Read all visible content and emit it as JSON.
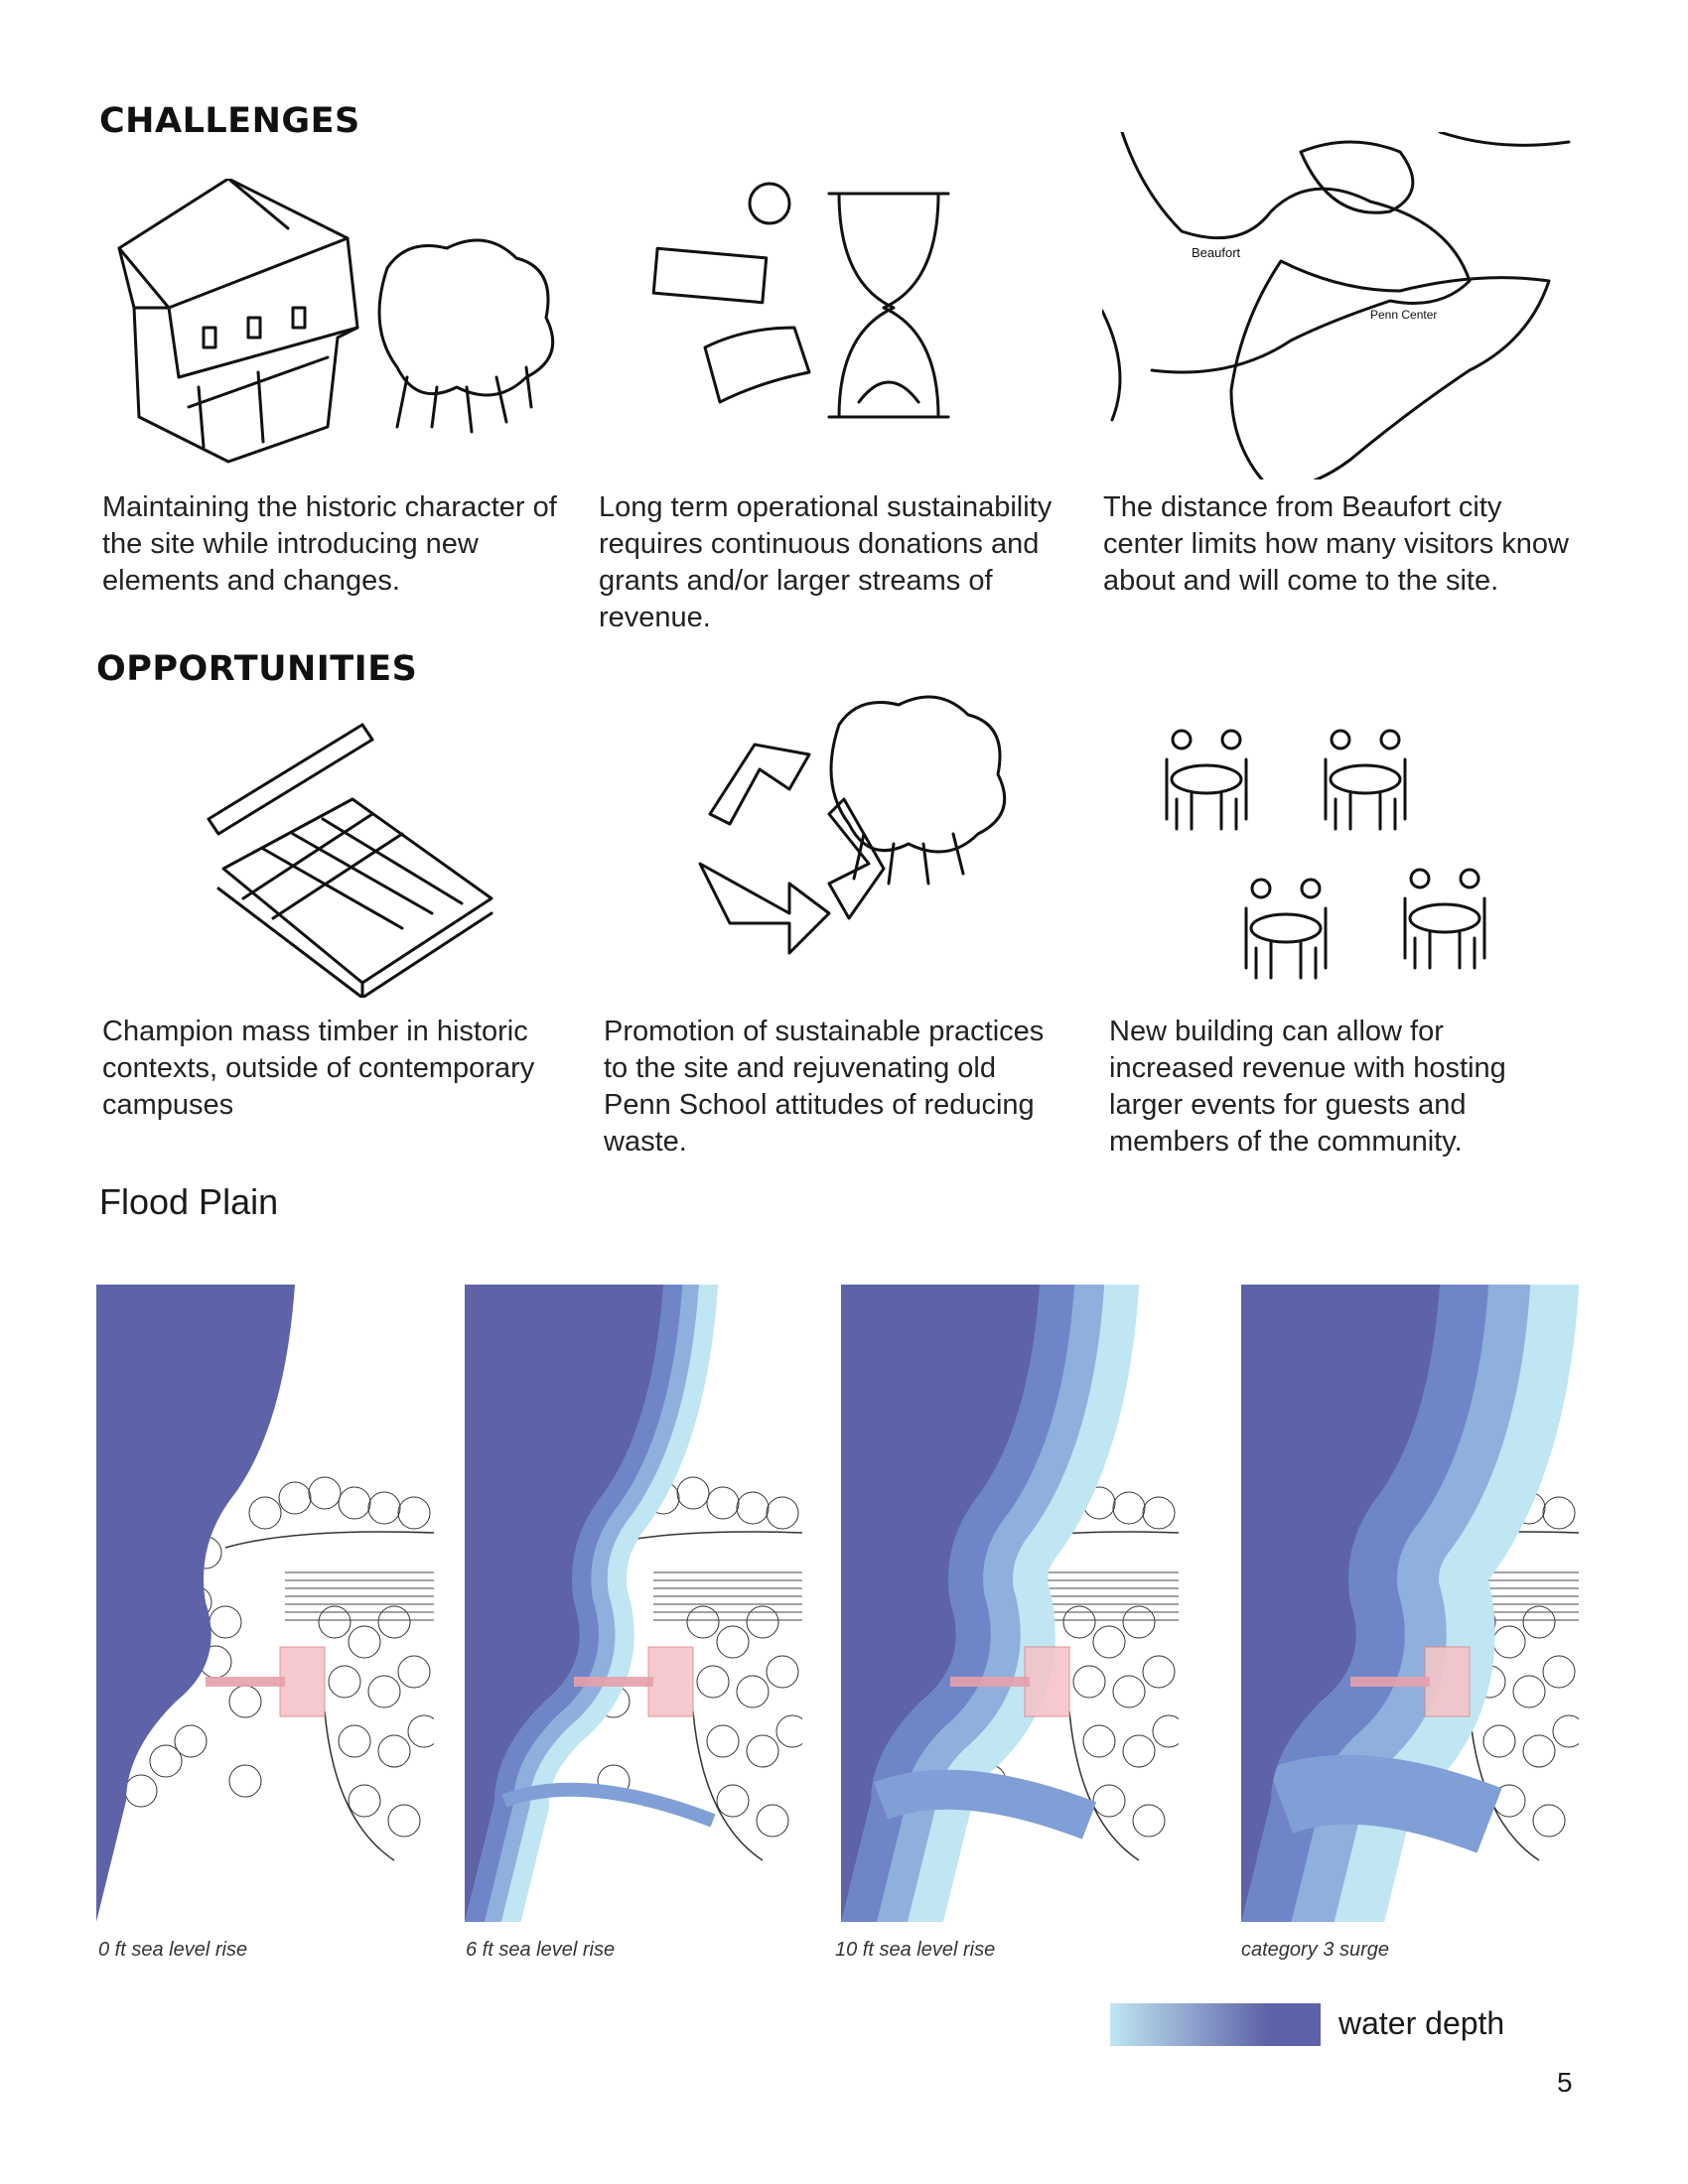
{
  "challenges": {
    "heading": "CHALLENGES",
    "items": [
      {
        "text": "Maintaining the historic character of the site while introducing new elements and changes.",
        "icon": "historic-house-icon"
      },
      {
        "text": "Long term operational sustainability requires continuous donations and grants and/or larger streams of revenue.",
        "icon": "money-hourglass-icon"
      },
      {
        "text": "The distance from Beaufort city center limits how many visitors know about and will come to the site.",
        "icon": "map-sketch-icon",
        "map_labels": [
          "Beaufort",
          "Penn Center"
        ]
      }
    ]
  },
  "opportunities": {
    "heading": "OPPORTUNITIES",
    "items": [
      {
        "text": "Champion mass timber in historic contexts, outside of contemporary campuses",
        "icon": "timber-stack-icon"
      },
      {
        "text": "Promotion of sustainable practices to the site and rejuvenating old Penn School attitudes of reducing waste.",
        "icon": "recycle-icon"
      },
      {
        "text": "New building can allow for increased revenue with hosting larger events for guests and members of the community.",
        "icon": "event-tables-icon"
      }
    ]
  },
  "flood": {
    "title": "Flood Plain",
    "maps": [
      {
        "caption": "0 ft sea level rise",
        "level": 0
      },
      {
        "caption": "6 ft sea level rise",
        "level": 1
      },
      {
        "caption": "10 ft sea level rise",
        "level": 2
      },
      {
        "caption": "category 3 surge",
        "level": 3
      }
    ],
    "legend": {
      "label": "water depth",
      "color_light": "#bfe6f2",
      "color_dark": "#5e62a8"
    }
  },
  "page_number": "5"
}
